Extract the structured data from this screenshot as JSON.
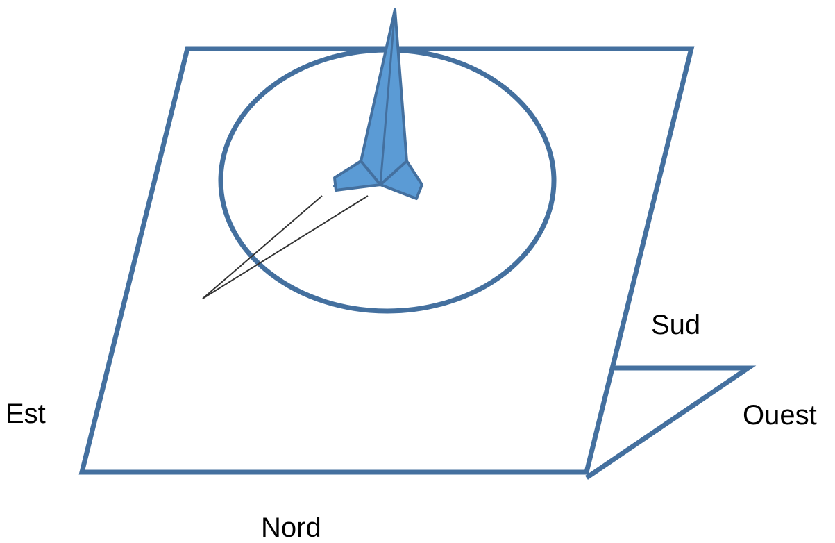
{
  "labels": {
    "est": "Est",
    "sud": "Sud",
    "ouest": "Ouest",
    "nord": "Nord"
  },
  "colors": {
    "outline": "#44709f",
    "gnomon_fill": "#5b9bd5",
    "shadow_line": "#333333",
    "text": "#000000"
  }
}
